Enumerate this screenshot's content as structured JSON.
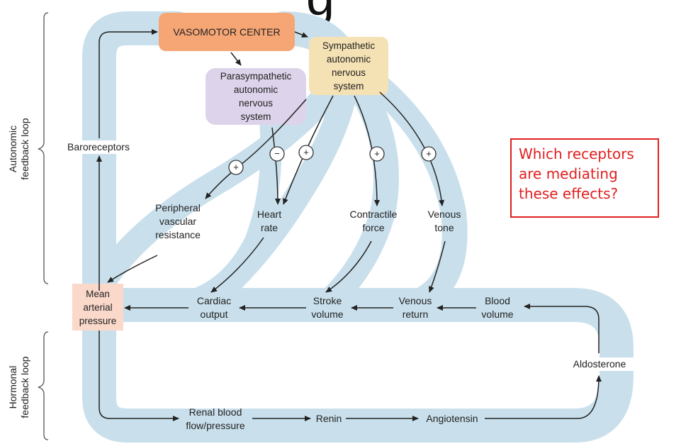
{
  "colors": {
    "pathway": "#c9e0ec",
    "vasomotor_box": "#f6a675",
    "parasympathetic_box": "#ddd3ea",
    "sympathetic_box": "#f5e2b4",
    "map_box": "#fad8ca",
    "question_text": "#e02020"
  },
  "title_fragment": "g",
  "side_labels": {
    "autonomic": "Autonomic\nfeedback loop",
    "hormonal": "Hormonal\nfeedback loop"
  },
  "nodes": {
    "vasomotor_center": "VASOMOTOR CENTER",
    "sympathetic": "Sympathetic\nautonomic\nnervous\nsystem",
    "parasympathetic": "Parasympathetic\nautonomic\nnervous\nsystem",
    "baroreceptors": "Baroreceptors",
    "peripheral_vascular_resistance": "Peripheral\nvascular\nresistance",
    "heart_rate": "Heart\nrate",
    "contractile_force": "Contractile\nforce",
    "venous_tone": "Venous\ntone",
    "mean_arterial_pressure": "Mean\narterial\npressure",
    "cardiac_output": "Cardiac\noutput",
    "stroke_volume": "Stroke\nvolume",
    "venous_return": "Venous\nreturn",
    "blood_volume": "Blood\nvolume",
    "aldosterone": "Aldosterone",
    "renal_blood_flow": "Renal blood\nflow/pressure",
    "renin": "Renin",
    "angiotensin": "Angiotensin"
  },
  "signs": {
    "pvr": "+",
    "heart_rate_para": "−",
    "heart_rate_symp": "+",
    "contractile": "+",
    "venous": "+"
  },
  "question": "Which receptors are mediating these effects?"
}
